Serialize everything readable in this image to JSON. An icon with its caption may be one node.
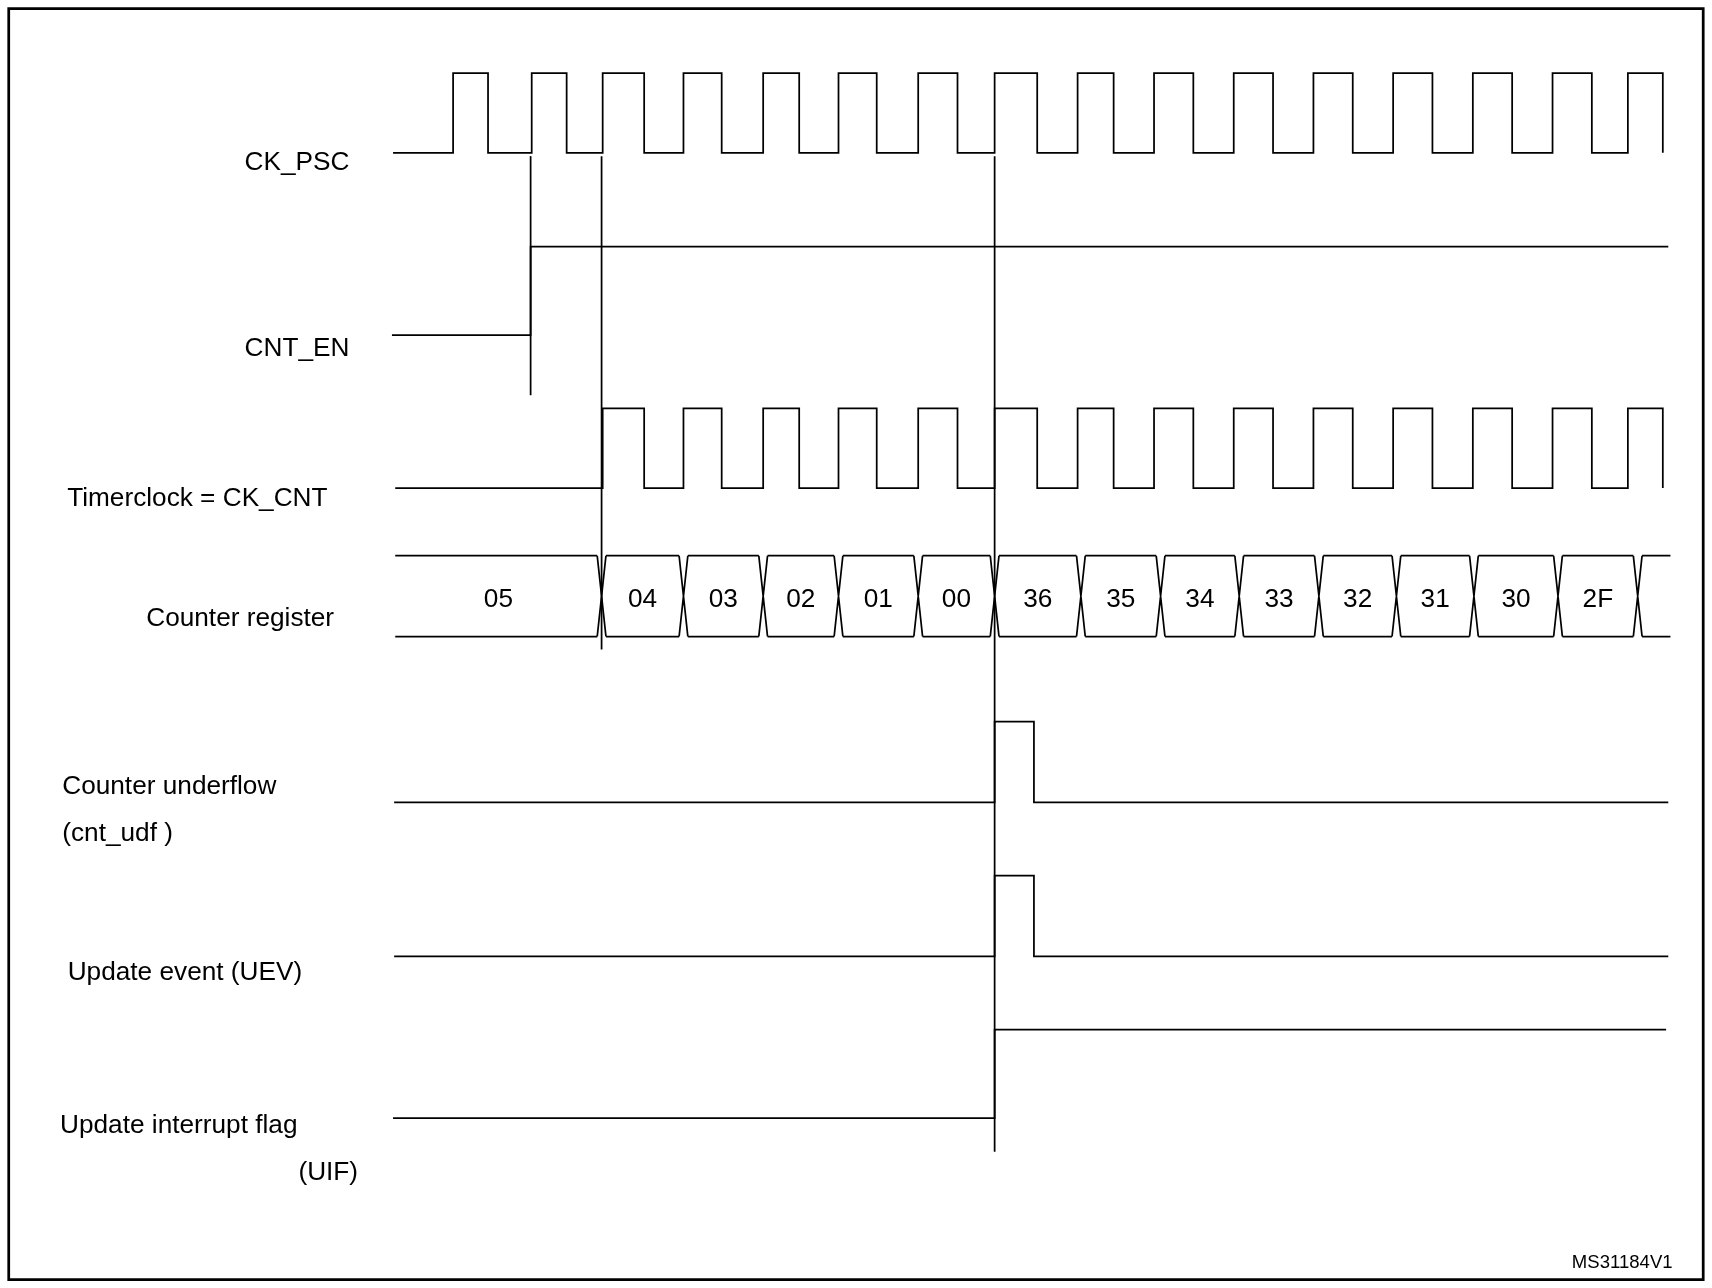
{
  "diagram": {
    "labels": [
      "CK_PSC",
      "CNT_EN",
      "Timerclock = CK_CNT",
      "Counter register",
      "05",
      "04",
      "03",
      "02",
      "01",
      "00",
      "36",
      "35",
      "34",
      "33",
      "32",
      "31",
      "30",
      "2F",
      "Counter underflow (cnt_udf )",
      "Update event (UEV)",
      "Update interrupt flag (UIF)",
      "MS31184V1"
    ]
  }
}
